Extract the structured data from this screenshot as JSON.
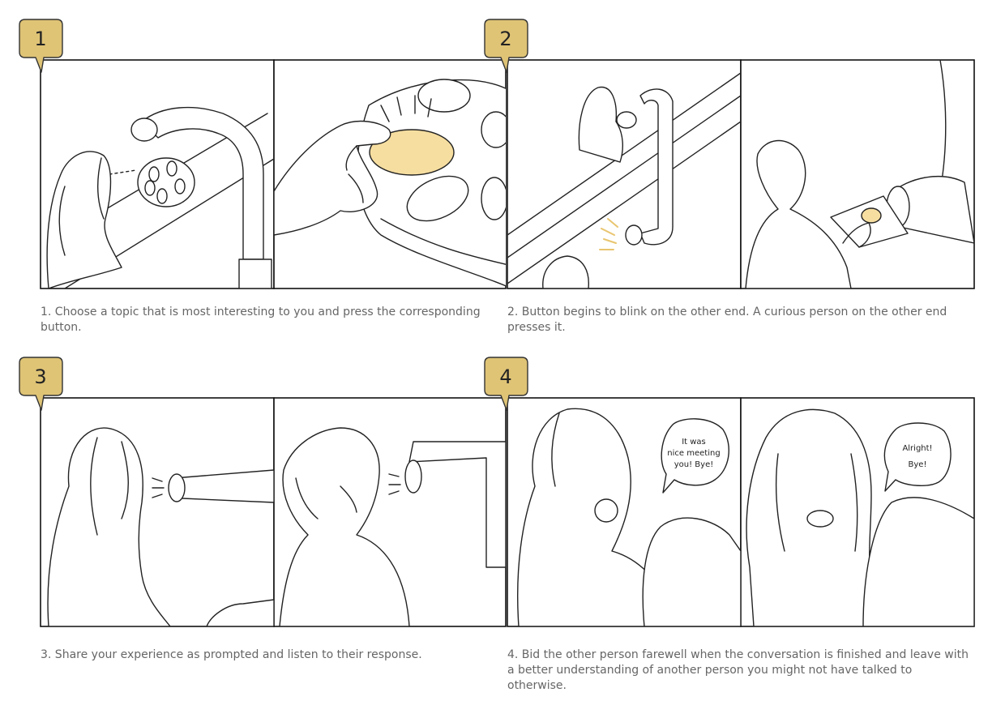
{
  "colors": {
    "badge_fill": "#dfc476",
    "button_highlight": "#f6dea0",
    "line": "#222222",
    "caption_text": "#666666"
  },
  "steps": [
    {
      "number": "1",
      "caption": "1.   Choose a topic that is most interesting to you and press the corresponding button."
    },
    {
      "number": "2",
      "caption": "2.  Button begins to blink on the other end.  A curious person on the other end presses it."
    },
    {
      "number": "3",
      "caption": "3.  Share your experience as prompted and listen to their response."
    },
    {
      "number": "4",
      "caption": "4.   Bid the other person farewell  when the conversation is finished and leave with a better understanding of another person you might not have talked to otherwise."
    }
  ],
  "speech_bubbles": {
    "left": [
      "It was",
      "nice meeting",
      "you! Bye!"
    ],
    "right": [
      "Alright!",
      "Bye!"
    ]
  }
}
